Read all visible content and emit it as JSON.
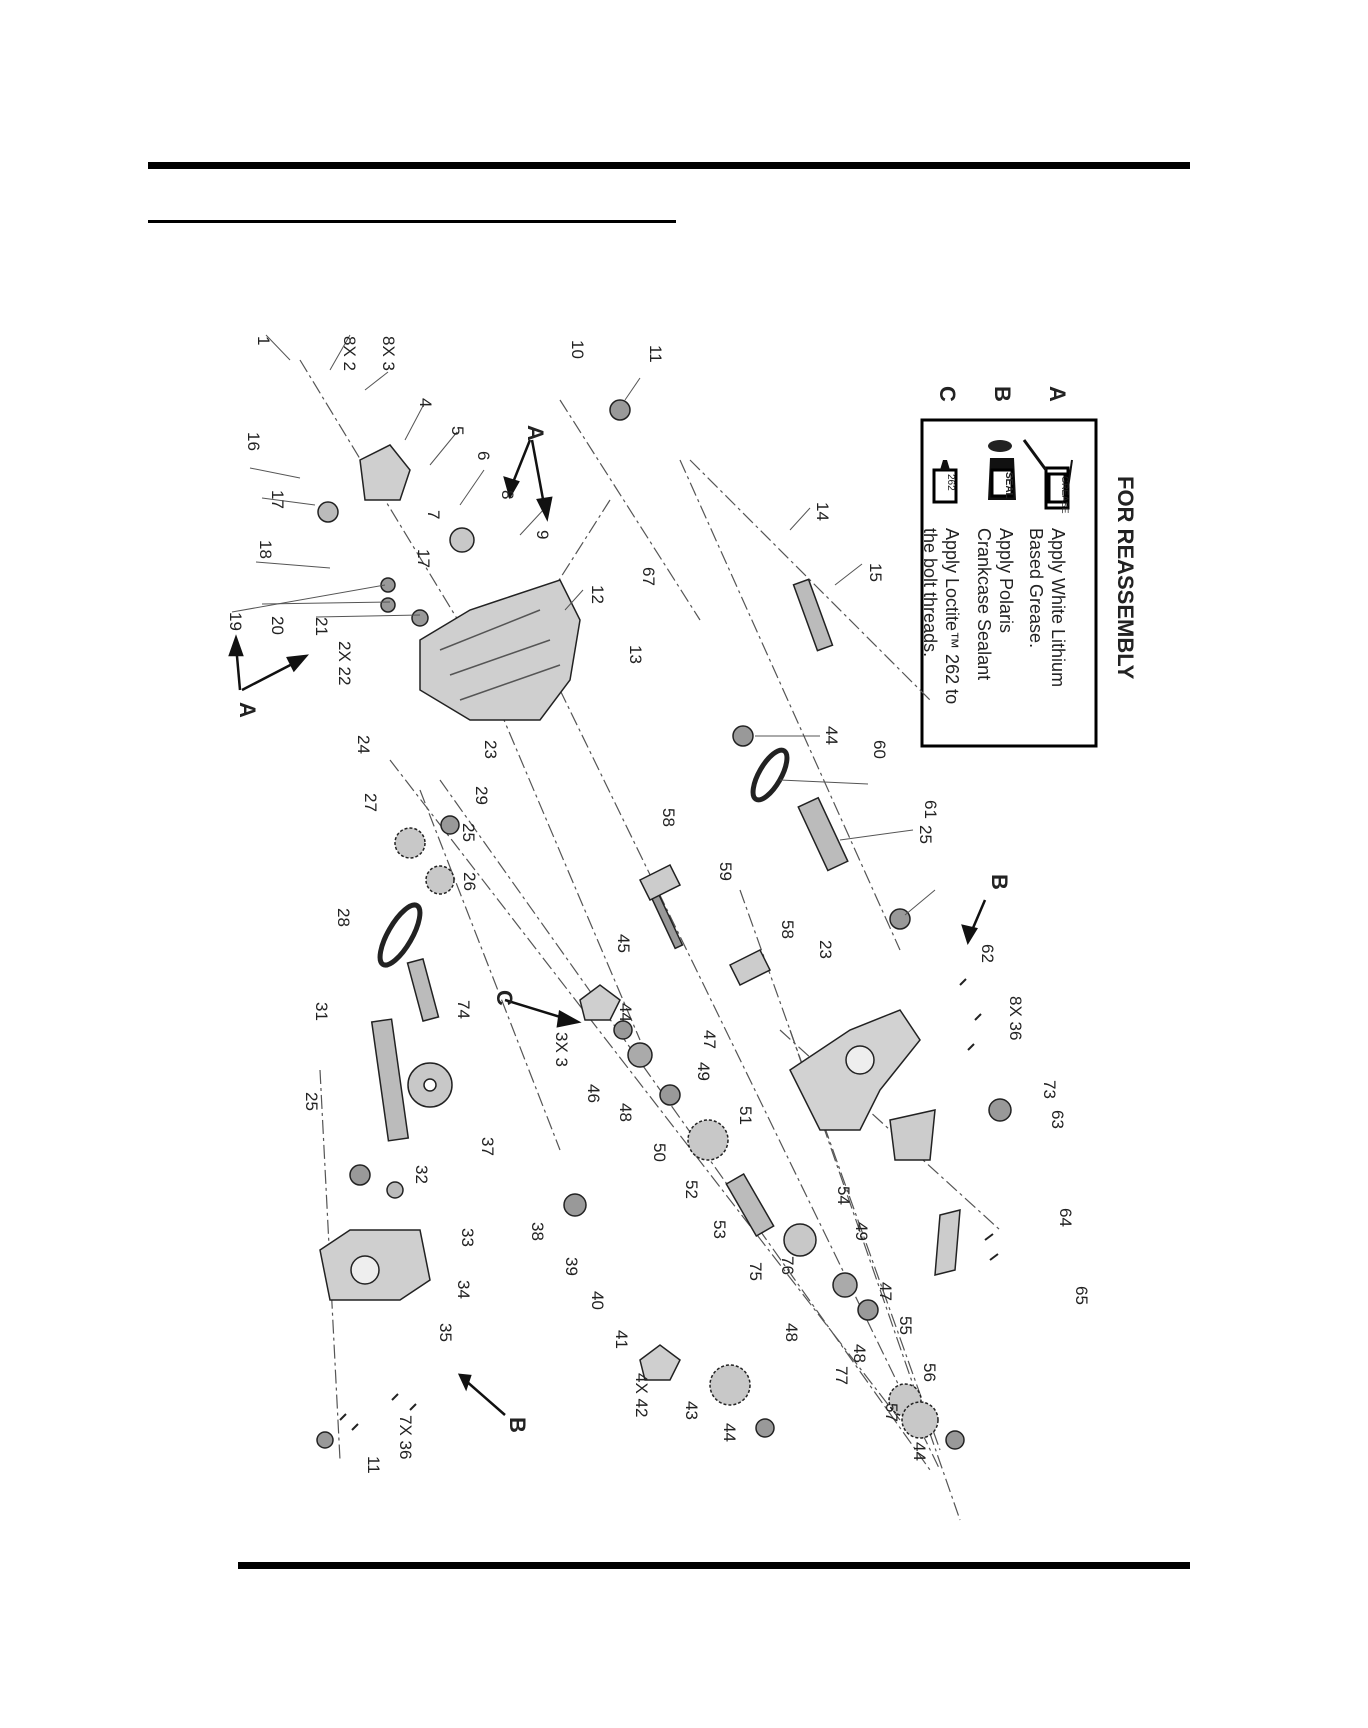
{
  "legend": {
    "title": "FOR REASSEMBLY",
    "items": [
      {
        "letter": "A",
        "icon": "grease-gun-icon",
        "icon_label": "GREASE",
        "lines": [
          "Apply White Lithium",
          "Based Grease."
        ]
      },
      {
        "letter": "B",
        "icon": "sealant-tube-icon",
        "icon_label": "SEAL",
        "lines": [
          "Apply Polaris",
          "Crankcase Sealant"
        ]
      },
      {
        "letter": "C",
        "icon": "loctite-bottle-icon",
        "icon_label": "262",
        "lines": [
          "Apply Loctite™ 262 to",
          "the bolt threads."
        ]
      }
    ]
  },
  "callouts": [
    {
      "id": "c1",
      "text": "1"
    },
    {
      "id": "c2",
      "text": "8X 2"
    },
    {
      "id": "c3",
      "text": "8X 3"
    },
    {
      "id": "c4",
      "text": "4"
    },
    {
      "id": "c5",
      "text": "5"
    },
    {
      "id": "c6",
      "text": "6"
    },
    {
      "id": "c7",
      "text": "7"
    },
    {
      "id": "c8",
      "text": "8"
    },
    {
      "id": "c9",
      "text": "9"
    },
    {
      "id": "c10",
      "text": "10"
    },
    {
      "id": "c11a",
      "text": "11"
    },
    {
      "id": "c12",
      "text": "12"
    },
    {
      "id": "c13",
      "text": "13"
    },
    {
      "id": "c14",
      "text": "14"
    },
    {
      "id": "c15",
      "text": "15"
    },
    {
      "id": "c16",
      "text": "16"
    },
    {
      "id": "c17a",
      "text": "17"
    },
    {
      "id": "c17b",
      "text": "17"
    },
    {
      "id": "c18",
      "text": "18"
    },
    {
      "id": "c19",
      "text": "19"
    },
    {
      "id": "c20",
      "text": "20"
    },
    {
      "id": "c21",
      "text": "21"
    },
    {
      "id": "c22",
      "text": "2X 22"
    },
    {
      "id": "c23a",
      "text": "23"
    },
    {
      "id": "c23b",
      "text": "23"
    },
    {
      "id": "c24",
      "text": "24"
    },
    {
      "id": "c25a",
      "text": "25"
    },
    {
      "id": "c25b",
      "text": "25"
    },
    {
      "id": "c25c",
      "text": "25"
    },
    {
      "id": "c26",
      "text": "26"
    },
    {
      "id": "c27",
      "text": "27"
    },
    {
      "id": "c28",
      "text": "28"
    },
    {
      "id": "c29",
      "text": "29"
    },
    {
      "id": "c31",
      "text": "31"
    },
    {
      "id": "c32",
      "text": "32"
    },
    {
      "id": "c33",
      "text": "33"
    },
    {
      "id": "c34",
      "text": "34"
    },
    {
      "id": "c35",
      "text": "35"
    },
    {
      "id": "c36a",
      "text": "7X 36"
    },
    {
      "id": "c37",
      "text": "37"
    },
    {
      "id": "c38",
      "text": "38"
    },
    {
      "id": "c39",
      "text": "39"
    },
    {
      "id": "c40",
      "text": "40"
    },
    {
      "id": "c41",
      "text": "41"
    },
    {
      "id": "c42",
      "text": "4X 42"
    },
    {
      "id": "c43",
      "text": "43"
    },
    {
      "id": "c44a",
      "text": "44"
    },
    {
      "id": "c44b",
      "text": "44"
    },
    {
      "id": "c44c",
      "text": "44"
    },
    {
      "id": "c44d",
      "text": "44"
    },
    {
      "id": "c45",
      "text": "45"
    },
    {
      "id": "c3x3",
      "text": "3X 3"
    },
    {
      "id": "c46",
      "text": "46"
    },
    {
      "id": "c47a",
      "text": "47"
    },
    {
      "id": "c47b",
      "text": "47"
    },
    {
      "id": "c48a",
      "text": "48"
    },
    {
      "id": "c48b",
      "text": "48"
    },
    {
      "id": "c48c",
      "text": "48"
    },
    {
      "id": "c49a",
      "text": "49"
    },
    {
      "id": "c49b",
      "text": "49"
    },
    {
      "id": "c50",
      "text": "50"
    },
    {
      "id": "c51",
      "text": "51"
    },
    {
      "id": "c52",
      "text": "52"
    },
    {
      "id": "c53",
      "text": "53"
    },
    {
      "id": "c54",
      "text": "54"
    },
    {
      "id": "c55",
      "text": "55"
    },
    {
      "id": "c56",
      "text": "56"
    },
    {
      "id": "c57",
      "text": "57"
    },
    {
      "id": "c58a",
      "text": "58"
    },
    {
      "id": "c58b",
      "text": "58"
    },
    {
      "id": "c59",
      "text": "59"
    },
    {
      "id": "c60",
      "text": "60"
    },
    {
      "id": "c61",
      "text": "61"
    },
    {
      "id": "c62",
      "text": "62"
    },
    {
      "id": "c63",
      "text": "63"
    },
    {
      "id": "c64",
      "text": "64"
    },
    {
      "id": "c65",
      "text": "65"
    },
    {
      "id": "c67",
      "text": "67"
    },
    {
      "id": "c8x36",
      "text": "8X 36"
    },
    {
      "id": "c73",
      "text": "73"
    },
    {
      "id": "c74",
      "text": "74"
    },
    {
      "id": "c75",
      "text": "75"
    },
    {
      "id": "c76",
      "text": "76"
    },
    {
      "id": "c77",
      "text": "77"
    },
    {
      "id": "c11b",
      "text": "11"
    }
  ],
  "markers": [
    {
      "id": "mA1",
      "text": "A"
    },
    {
      "id": "mA2",
      "text": "A"
    },
    {
      "id": "mB1",
      "text": "B"
    },
    {
      "id": "mB2",
      "text": "B"
    },
    {
      "id": "mC",
      "text": "C"
    }
  ]
}
